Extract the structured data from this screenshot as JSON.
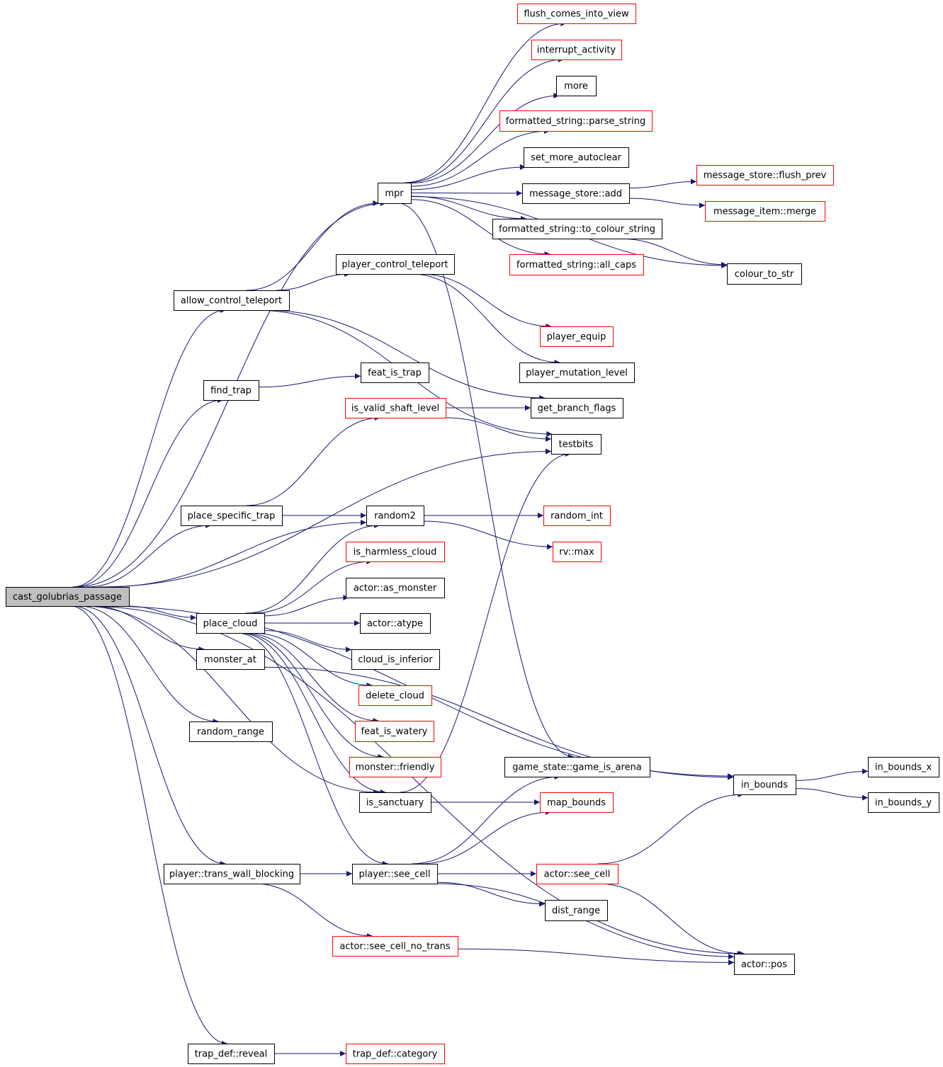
{
  "colors": {
    "edge": "#191970",
    "border_black": "#000000",
    "border_red": "#ff0000",
    "root_fill": "#bfbfbf",
    "node_fill": "#ffffff"
  },
  "nodes": [
    {
      "id": "cast_golubrias_passage",
      "label": "cast_golubrias_passage",
      "border": "black",
      "root": true
    },
    {
      "id": "mpr",
      "label": "mpr",
      "border": "black"
    },
    {
      "id": "allow_control_teleport",
      "label": "allow_control_teleport",
      "border": "black"
    },
    {
      "id": "find_trap",
      "label": "find_trap",
      "border": "black"
    },
    {
      "id": "place_specific_trap",
      "label": "place_specific_trap",
      "border": "black"
    },
    {
      "id": "place_cloud",
      "label": "place_cloud",
      "border": "black"
    },
    {
      "id": "monster_at",
      "label": "monster_at",
      "border": "black"
    },
    {
      "id": "random_range",
      "label": "random_range",
      "border": "black"
    },
    {
      "id": "trans_wall_blocking",
      "label": "player::trans_wall_blocking",
      "border": "black"
    },
    {
      "id": "trap_reveal",
      "label": "trap_def::reveal",
      "border": "black"
    },
    {
      "id": "flush_comes_into_view",
      "label": "flush_comes_into_view",
      "border": "red"
    },
    {
      "id": "interrupt_activity",
      "label": "interrupt_activity",
      "border": "red"
    },
    {
      "id": "more",
      "label": "more",
      "border": "black"
    },
    {
      "id": "parse_string",
      "label": "formatted_string::parse_string",
      "border": "red"
    },
    {
      "id": "set_more_autoclear",
      "label": "set_more_autoclear",
      "border": "black"
    },
    {
      "id": "ms_add",
      "label": "message_store::add",
      "border": "black"
    },
    {
      "id": "to_colour_string",
      "label": "formatted_string::to_colour_string",
      "border": "black"
    },
    {
      "id": "all_caps",
      "label": "formatted_string::all_caps",
      "border": "red"
    },
    {
      "id": "flush_prev",
      "label": "message_store::flush_prev",
      "border": "red"
    },
    {
      "id": "mi_merge",
      "label": "message_item::merge",
      "border": "red"
    },
    {
      "id": "colour_to_str",
      "label": "colour_to_str",
      "border": "black"
    },
    {
      "id": "player_control_teleport",
      "label": "player_control_teleport",
      "border": "black"
    },
    {
      "id": "player_equip",
      "label": "player_equip",
      "border": "red"
    },
    {
      "id": "player_mutation_level",
      "label": "player_mutation_level",
      "border": "black"
    },
    {
      "id": "feat_is_trap",
      "label": "feat_is_trap",
      "border": "black"
    },
    {
      "id": "is_valid_shaft_level",
      "label": "is_valid_shaft_level",
      "border": "red"
    },
    {
      "id": "get_branch_flags",
      "label": "get_branch_flags",
      "border": "black"
    },
    {
      "id": "testbits",
      "label": "testbits",
      "border": "black"
    },
    {
      "id": "random2",
      "label": "random2",
      "border": "black"
    },
    {
      "id": "random_int",
      "label": "random_int",
      "border": "red"
    },
    {
      "id": "rv_max",
      "label": "rv::max",
      "border": "red"
    },
    {
      "id": "is_harmless_cloud",
      "label": "is_harmless_cloud",
      "border": "red"
    },
    {
      "id": "as_monster",
      "label": "actor::as_monster",
      "border": "black"
    },
    {
      "id": "atype",
      "label": "actor::atype",
      "border": "black"
    },
    {
      "id": "cloud_is_inferior",
      "label": "cloud_is_inferior",
      "border": "black"
    },
    {
      "id": "delete_cloud",
      "label": "delete_cloud",
      "border": "red"
    },
    {
      "id": "feat_is_watery",
      "label": "feat_is_watery",
      "border": "red"
    },
    {
      "id": "monster_friendly",
      "label": "monster::friendly",
      "border": "red"
    },
    {
      "id": "is_sanctuary",
      "label": "is_sanctuary",
      "border": "black"
    },
    {
      "id": "game_is_arena",
      "label": "game_state::game_is_arena",
      "border": "black"
    },
    {
      "id": "map_bounds",
      "label": "map_bounds",
      "border": "red"
    },
    {
      "id": "in_bounds",
      "label": "in_bounds",
      "border": "black"
    },
    {
      "id": "in_bounds_x",
      "label": "in_bounds_x",
      "border": "black"
    },
    {
      "id": "in_bounds_y",
      "label": "in_bounds_y",
      "border": "black"
    },
    {
      "id": "player_see_cell",
      "label": "player::see_cell",
      "border": "black"
    },
    {
      "id": "actor_see_cell",
      "label": "actor::see_cell",
      "border": "red"
    },
    {
      "id": "dist_range",
      "label": "dist_range",
      "border": "black"
    },
    {
      "id": "see_cell_no_trans",
      "label": "actor::see_cell_no_trans",
      "border": "red"
    },
    {
      "id": "actor_pos",
      "label": "actor::pos",
      "border": "black"
    },
    {
      "id": "trap_category",
      "label": "trap_def::category",
      "border": "red"
    }
  ],
  "edges": [
    [
      "cast_golubrias_passage",
      "mpr"
    ],
    [
      "cast_golubrias_passage",
      "allow_control_teleport"
    ],
    [
      "cast_golubrias_passage",
      "find_trap"
    ],
    [
      "cast_golubrias_passage",
      "testbits"
    ],
    [
      "cast_golubrias_passage",
      "in_bounds"
    ],
    [
      "cast_golubrias_passage",
      "place_specific_trap"
    ],
    [
      "cast_golubrias_passage",
      "random2"
    ],
    [
      "cast_golubrias_passage",
      "place_cloud"
    ],
    [
      "cast_golubrias_passage",
      "monster_at"
    ],
    [
      "cast_golubrias_passage",
      "random_range"
    ],
    [
      "cast_golubrias_passage",
      "trans_wall_blocking"
    ],
    [
      "cast_golubrias_passage",
      "actor_pos"
    ],
    [
      "cast_golubrias_passage",
      "trap_reveal"
    ],
    [
      "cast_golubrias_passage",
      "is_sanctuary"
    ],
    [
      "mpr",
      "flush_comes_into_view"
    ],
    [
      "mpr",
      "interrupt_activity"
    ],
    [
      "mpr",
      "more"
    ],
    [
      "mpr",
      "parse_string"
    ],
    [
      "mpr",
      "set_more_autoclear"
    ],
    [
      "mpr",
      "ms_add"
    ],
    [
      "mpr",
      "to_colour_string"
    ],
    [
      "mpr",
      "all_caps"
    ],
    [
      "mpr",
      "colour_to_str"
    ],
    [
      "mpr",
      "game_is_arena"
    ],
    [
      "ms_add",
      "flush_prev"
    ],
    [
      "ms_add",
      "mi_merge"
    ],
    [
      "to_colour_string",
      "colour_to_str"
    ],
    [
      "allow_control_teleport",
      "mpr"
    ],
    [
      "allow_control_teleport",
      "player_control_teleport"
    ],
    [
      "allow_control_teleport",
      "get_branch_flags"
    ],
    [
      "allow_control_teleport",
      "testbits"
    ],
    [
      "player_control_teleport",
      "player_equip"
    ],
    [
      "player_control_teleport",
      "player_mutation_level"
    ],
    [
      "find_trap",
      "feat_is_trap"
    ],
    [
      "place_specific_trap",
      "is_valid_shaft_level"
    ],
    [
      "place_specific_trap",
      "random2"
    ],
    [
      "is_valid_shaft_level",
      "get_branch_flags"
    ],
    [
      "is_valid_shaft_level",
      "testbits"
    ],
    [
      "random2",
      "random_int"
    ],
    [
      "random2",
      "rv_max"
    ],
    [
      "place_cloud",
      "random2"
    ],
    [
      "place_cloud",
      "is_harmless_cloud"
    ],
    [
      "place_cloud",
      "as_monster"
    ],
    [
      "place_cloud",
      "atype"
    ],
    [
      "place_cloud",
      "cloud_is_inferior"
    ],
    [
      "place_cloud",
      "delete_cloud"
    ],
    [
      "place_cloud",
      "feat_is_watery"
    ],
    [
      "place_cloud",
      "monster_friendly"
    ],
    [
      "place_cloud",
      "is_sanctuary"
    ],
    [
      "place_cloud",
      "player_see_cell"
    ],
    [
      "monster_at",
      "in_bounds"
    ],
    [
      "is_sanctuary",
      "testbits"
    ],
    [
      "is_sanctuary",
      "map_bounds"
    ],
    [
      "in_bounds",
      "in_bounds_x"
    ],
    [
      "in_bounds",
      "in_bounds_y"
    ],
    [
      "trans_wall_blocking",
      "player_see_cell"
    ],
    [
      "trans_wall_blocking",
      "see_cell_no_trans"
    ],
    [
      "player_see_cell",
      "game_is_arena"
    ],
    [
      "player_see_cell",
      "map_bounds"
    ],
    [
      "player_see_cell",
      "actor_see_cell"
    ],
    [
      "player_see_cell",
      "dist_range"
    ],
    [
      "player_see_cell",
      "actor_pos"
    ],
    [
      "actor_see_cell",
      "in_bounds"
    ],
    [
      "actor_see_cell",
      "actor_pos"
    ],
    [
      "see_cell_no_trans",
      "actor_pos"
    ],
    [
      "trap_reveal",
      "trap_category"
    ]
  ]
}
